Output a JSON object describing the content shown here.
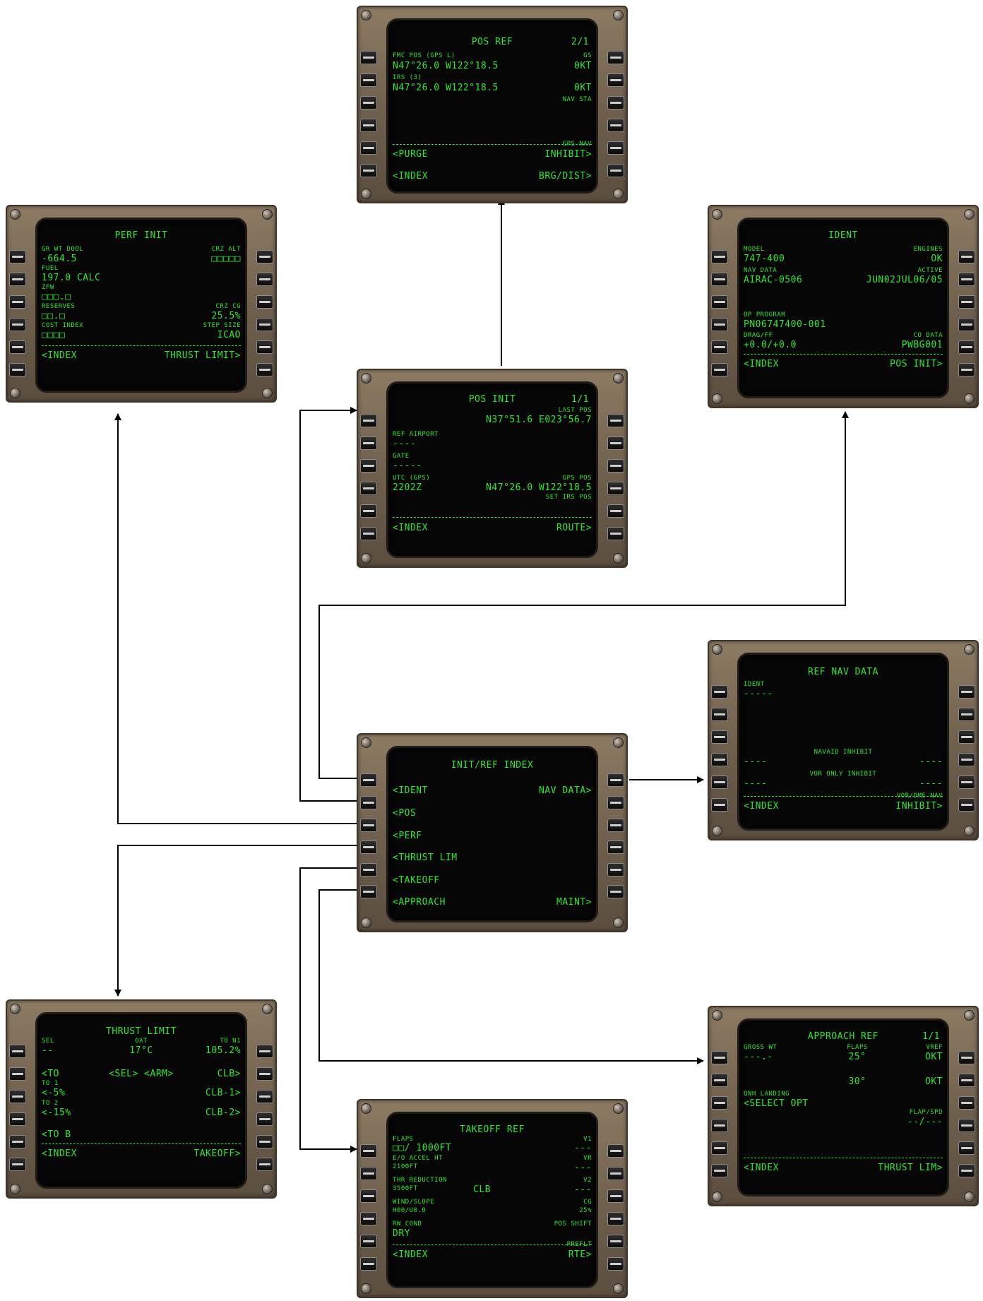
{
  "screens": {
    "pos_ref": {
      "title": "POS REF",
      "page": "2/1",
      "fmc_pos_label": "FMC POS (GPS L)",
      "fmc_pos": "N47°26.0 W122°18.5",
      "gs_label": "GS",
      "gs": "0KT",
      "irs_label": "IRS (3)",
      "irs_pos": "N47°26.0 W122°18.5",
      "irs_val": "0KT",
      "nav_sta": "NAV STA",
      "gps_nav": "GPS NAV",
      "purge": "<PURGE",
      "inhibit": "INHIBIT>",
      "index": "<INDEX",
      "brg_dist": "BRG/DIST>"
    },
    "perf_init": {
      "title": "PERF INIT",
      "gr_wt_label": "GR WT DOOL",
      "gr_wt": "-664.5",
      "crz_alt_label": "CRZ ALT",
      "crz_alt": "□□□□□",
      "fuel_label": "FUEL",
      "fuel": "197.0 CALC",
      "zfw_label": "ZFW",
      "zfw": "□□□.□",
      "reserves_label": "RESERVES",
      "reserves": "□□.□",
      "crz_cg_label": "CRZ CG",
      "crz_cg": "25.5%",
      "cost_index_label": "COST INDEX",
      "cost_index": "□□□□",
      "step_size_label": "STEP SIZE",
      "step_size": "ICAO",
      "index": "<INDEX",
      "thrust_limit": "THRUST LIMIT>"
    },
    "ident": {
      "title": "IDENT",
      "model_label": "MODEL",
      "model": "747-400",
      "engines_label": "ENGINES",
      "engines": "OK",
      "nav_data_label": "NAV DATA",
      "nav_data": "AIRAC-0506",
      "active_label": "ACTIVE",
      "active": "JUN02JUL06/05",
      "op_program_label": "OP PROGRAM",
      "op_program": "PN06747400-001",
      "drag_ff_label": "DRAG/FF",
      "drag_ff": "+0.0/+0.0",
      "co_data_label": "CO DATA",
      "co_data": "PWBG001",
      "index": "<INDEX",
      "pos_init": "POS INIT>"
    },
    "pos_init": {
      "title": "POS INIT",
      "page": "1/1",
      "last_pos_label": "LAST POS",
      "last_pos": "N37°51.6 E023°56.7",
      "ref_airport_label": "REF AIRPORT",
      "ref_airport": "----",
      "gate_label": "GATE",
      "gate": "-----",
      "utc_label": "UTC (GPS)",
      "utc": "2202Z",
      "gps_pos_label": "GPS POS",
      "gps_pos": "N47°26.0 W122°18.5",
      "set_irs_pos": "SET IRS POS",
      "index": "<INDEX",
      "route": "ROUTE>"
    },
    "ref_nav_data": {
      "title": "REF NAV DATA",
      "ident_label": "IDENT",
      "ident": "-----",
      "navaid_inhibit": "NAVAID INHIBIT",
      "l4": "----",
      "r4": "----",
      "vor_only_inhibit": "VOR ONLY INHIBIT",
      "l5": "----",
      "r5": "----",
      "vor_dme_nav": "VOR/DME NAV",
      "index": "<INDEX",
      "inhibit": "INHIBIT>"
    },
    "init_ref_index": {
      "title": "INIT/REF INDEX",
      "ident": "<IDENT",
      "nav_data": "NAV DATA>",
      "pos": "<POS",
      "perf": "<PERF",
      "thrust_lim": "<THRUST LIM",
      "takeoff": "<TAKEOFF",
      "approach": "<APPROACH",
      "maint": "MAINT>"
    },
    "thrust_limit": {
      "title": "THRUST LIMIT",
      "sel_label": "SEL",
      "sel": "--",
      "oat_label": "OAT",
      "oat": "17°C",
      "to_n1_label": "TO N1",
      "to_n1": "105.2%",
      "to": "<TO",
      "sel_arm": "<SEL> <ARM>",
      "clb": "CLB>",
      "to1_label": "TO 1",
      "to1": "<-5%",
      "clb1": "CLB-1>",
      "to2_label": "TO 2",
      "to2": "<-15%",
      "clb2": "CLB-2>",
      "to_b": "<TO B",
      "index": "<INDEX",
      "takeoff": "TAKEOFF>"
    },
    "approach_ref": {
      "title": "APPROACH REF",
      "page": "1/1",
      "gross_wt_label": "GROSS WT",
      "gross_wt": "---.-",
      "flaps_label": "FLAPS",
      "flaps1": "25°",
      "flaps2": "30°",
      "vref_label": "VREF",
      "vref1": "OKT",
      "vref2": "OKT",
      "qnh_landing": "QNH LANDING",
      "select_opt": "<SELECT OPT",
      "flap_spd_label": "FLAP/SPD",
      "flap_spd": "--/---",
      "index": "<INDEX",
      "thrust_lim": "THRUST LIM>"
    },
    "takeoff_ref": {
      "title": "TAKEOFF REF",
      "flaps_label": "FLAPS",
      "flaps": "□□/ 1000FT",
      "v1_label": "V1",
      "v1": "---",
      "eo_accel_label": "E/O ACCEL HT",
      "eo_accel": "2100FT",
      "vr_label": "VR",
      "vr": "---",
      "thr_reduction_label": "THR REDUCTION",
      "thr_reduction": "3500FT",
      "clb": "CLB",
      "v2_label": "V2",
      "v2": "---",
      "wind_slope_label": "WIND/SLOPE",
      "wind_slope": "H00/U0.0",
      "cg_label": "CG",
      "cg": "25%",
      "rw_cond_label": "RW COND",
      "rw_cond": "DRY",
      "pos_shift": "POS SHIFT",
      "preflt": "PREFLT",
      "index": "<INDEX",
      "rte": "RTE>"
    }
  }
}
